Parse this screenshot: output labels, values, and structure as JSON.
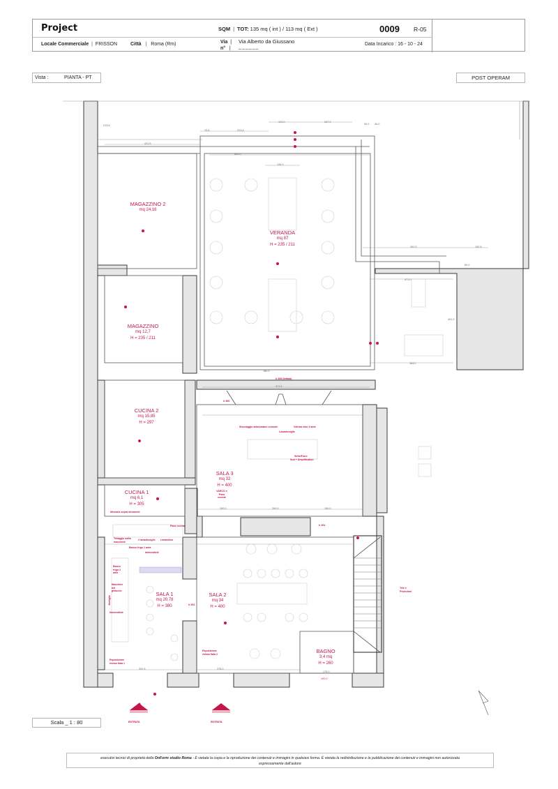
{
  "title_block": {
    "project_label": "Project",
    "sqm_label": "SQM",
    "tot_label": "TOT:",
    "tot_value": "135 mq ( int ) / 113 mq ( Ext )",
    "project_code": "0009",
    "revision": "R-05",
    "type_label": "Locale Commerciale",
    "client": "FRISSON",
    "city_label": "Città",
    "city": "Roma (Rm)",
    "via_label": "Via",
    "num_label": "n°",
    "via_value": "Via Alberto da Giussano",
    "num_value": "______",
    "date_label": "Data Incarico :",
    "date_value": "16 - 10 - 24"
  },
  "view": {
    "vista_label": "Vista :",
    "vista_value": "PIANTA - PT",
    "state": "POST OPERAM",
    "scale": "Scala _ 1 : 80"
  },
  "rooms": [
    {
      "id": "magazzino-2",
      "name": "MAGAZZINO 2",
      "area": "mq 24,16",
      "height": ""
    },
    {
      "id": "veranda",
      "name": "VERANDA",
      "area": "mq 87",
      "height": "H = 235 / 211"
    },
    {
      "id": "magazzino",
      "name": "MAGAZZINO",
      "area": "mq 12,7",
      "height": "H = 235 / 211"
    },
    {
      "id": "cucina-2",
      "name": "CUCINA 2",
      "area": "mq 15,85",
      "height": "H = 297"
    },
    {
      "id": "sala-3",
      "name": "SALA 3",
      "area": "mq 32",
      "height": "H = 400"
    },
    {
      "id": "cucina-1",
      "name": "CUCINA 1",
      "area": "mq 6,1",
      "height": "H = 305"
    },
    {
      "id": "sala-1",
      "name": "SALA 1",
      "area": "mq 20,78",
      "height": "H = 380"
    },
    {
      "id": "sala-2",
      "name": "SALA 2",
      "area": "mq 34",
      "height": "H = 400"
    },
    {
      "id": "bagno",
      "name": "BAGNO",
      "area": "3,4 mq",
      "height": "H = 260"
    }
  ],
  "annotations": {
    "stoccaggio": "Stoccaggio attrezzature console",
    "vetrina": "Vetrina vino 3 ante",
    "lavastoviglie": "Lavastoviglie",
    "sette": "Sette/Fono",
    "sub": "Sub + Amplification",
    "varco": "VARCO e Pass cucina",
    "mensola": "Mensola sopra strumenti",
    "pass_cucina": "Pass cucina",
    "tritaggio": "Tritaggio sotto macchina",
    "lavastoviglie_2": "2 lavastoviglie",
    "lavandino": "Lavandino",
    "banco_frigo_1": "Banco frigo 1 anta",
    "immondizie": "Immondizie",
    "banco_frigo_2": "Banco frigo 2 ante",
    "macchine_ghiaccio": "Macchine del ghiaccio",
    "bottiglie": "Bottiglie",
    "immondizie_2": "Immondizie",
    "esposizione_1": "Esposizione rivista Sala 1",
    "esposizione_2": "Esposizione rivista Sala 2",
    "tele": "Tele e Proiezioni",
    "entrata_1": "ENTRATA",
    "entrata_2": "ENTRATA",
    "h_veranda": "h 266 (tettoia)",
    "h_sala3": "h 400",
    "h_sala1": "h 264",
    "h_sala2": "h 264"
  },
  "dimensions": {
    "d213": "213.8",
    "d431": "431.8",
    "d70": "70.6",
    "d223": "223.4",
    "d124": "124.0",
    "d267": "267.0",
    "d30a": "30.0",
    "d30b": "30.0",
    "d685": "685.0",
    "d126": "126.0",
    "d261": "261.5",
    "d192": "192.6",
    "d80": "80.0",
    "d471": "471.0",
    "d401": "401.0",
    "d384": "384.0",
    "d180": "180.0",
    "d371": "371.5",
    "d150a": "150.0",
    "d290": "290.0",
    "d150b": "150.0",
    "d351": "351.5",
    "d378": "378.0",
    "d175": "175.0",
    "d100": "100.0"
  },
  "footer": {
    "pre": "esecutivi tecnici di proprietà della ",
    "studio": "OnForm studio Roma",
    "post": " - È vietata la copia e la riproduzione dei contenuti e immagini in qualsiasi forma. È vietata la redistribuzione e la pubblicazione dei contenuti e immagini non autorizzata",
    "line2": "espressamente dall'autore"
  },
  "colors": {
    "accent": "#c3174a",
    "wall": "#e4e4e4",
    "line": "#3a3a3a",
    "dim": "#6b6b6b"
  }
}
